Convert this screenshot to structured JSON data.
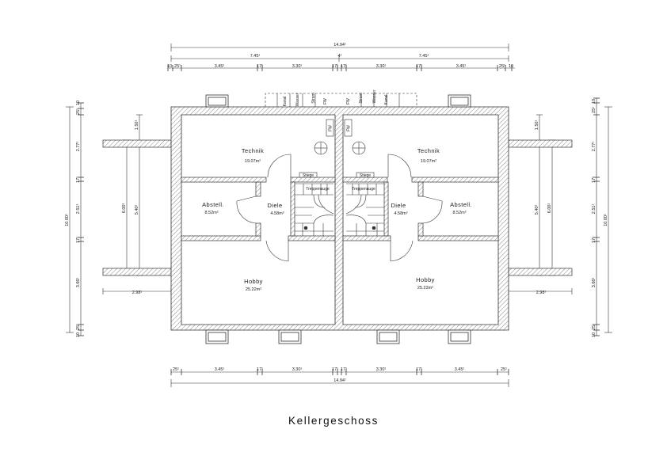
{
  "title": "Kellergeschoss",
  "overall_width": "14.94¹",
  "half_width": "7.45¹",
  "center_gap": "4¹",
  "overall_depth": "10.00¹",
  "wall_outer": "25",
  "wall_inner": "17¹",
  "top_chain": [
    "10",
    "25¹",
    "3.45¹",
    "17¹",
    "3.30¹",
    "17¹",
    "17¹",
    "3.30¹",
    "17¹",
    "3.45¹",
    "25¹",
    "10"
  ],
  "bottom_chain": [
    "25¹",
    "3.45¹",
    "17¹",
    "3.30¹",
    "17¹",
    "17¹",
    "3.30¹",
    "17¹",
    "3.45¹",
    "25¹"
  ],
  "side_chain": [
    "10",
    "25¹",
    "2.77¹",
    "17¹",
    "2.51¹",
    "17¹",
    "3.66¹",
    "25¹",
    "10"
  ],
  "side_inner": [
    "1.50¹",
    "6.00¹",
    "5.40¹"
  ],
  "terrace_depth": "2.98¹",
  "stair_label": "Stiege",
  "stair_note": "Treppenauge",
  "utilities_left": [
    "Kanal",
    "Wasser",
    "Strom",
    "FW"
  ],
  "utilities_right": [
    "FW",
    "Strom",
    "Wasser",
    "Kanal"
  ],
  "fw_label": "FW",
  "rooms_left": [
    {
      "name": "Technik",
      "area": "19.07m²"
    },
    {
      "name": "Abstell.",
      "area": "8.52m²"
    },
    {
      "name": "Diele",
      "area": "4.58m²"
    },
    {
      "name": "Hobby",
      "area": "25.22m²"
    }
  ],
  "rooms_right": [
    {
      "name": "Technik",
      "area": "19.07m²"
    },
    {
      "name": "Diele",
      "area": "4.58m²"
    },
    {
      "name": "Abstell.",
      "area": "8.52m²"
    },
    {
      "name": "Hobby",
      "area": "25.22m²"
    }
  ]
}
